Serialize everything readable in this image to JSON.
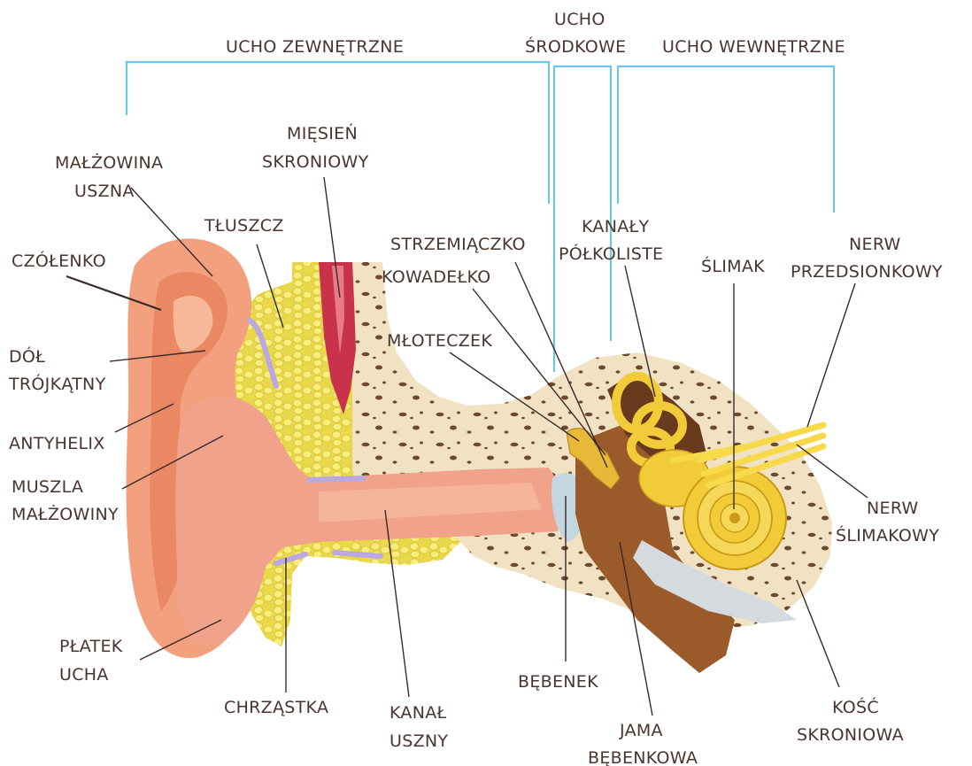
{
  "sections": {
    "outer": "UCHO ZEWNĘTRZNE",
    "middle_line1": "UCHO",
    "middle_line2": "ŚRODKOWE",
    "inner": "UCHO WEWNĘTRZNE"
  },
  "labels": {
    "malzowina_1": "MAŁŻOWINA",
    "malzowina_2": "USZNA",
    "czolenko": "CZÓŁENKO",
    "dol_1": "DÓŁ",
    "dol_2": "TRÓJKĄTNY",
    "antyhelix": "ANTYHELIX",
    "muszla_1": "MUSZLA",
    "muszla_2": "MAŁŻOWINY",
    "platek_1": "PŁATEK",
    "platek_2": "UCHA",
    "tluszcz": "TŁUSZCZ",
    "miesien_1": "MIĘSIEŃ",
    "miesien_2": "SKRONIOWY",
    "chrzastka": "CHRZĄSTKA",
    "kanal_1": "KANAŁ",
    "kanal_2": "USZNY",
    "strzemiaczko": "STRZEMIĄCZKO",
    "kowadelko": "KOWADEŁKO",
    "mloteczek": "MŁOTECZEK",
    "kanaly_1": "KANAŁY",
    "kanaly_2": "PÓŁKOLISTE",
    "slimak": "ŚLIMAK",
    "nerw_przed_1": "NERW",
    "nerw_przed_2": "PRZEDSIONKOWY",
    "nerw_slim_1": "NERW",
    "nerw_slim_2": "ŚLIMAKOWY",
    "bebenek": "BĘBENEK",
    "jama_1": "JAMA",
    "jama_2": "BĘBENKOWA",
    "kosc_1": "KOŚĆ",
    "kosc_2": "SKRONIOWA"
  },
  "colors": {
    "bracket": "#6ec6e6",
    "skin": "#f2a07e",
    "bone": "#f2e2c4",
    "fat": "#f4e45a",
    "muscle": "#c8324a",
    "cochlea": "#f2cc38",
    "cavity": "#9a5a2a",
    "eardrum": "#c4d6e0",
    "text": "#4a3430"
  }
}
